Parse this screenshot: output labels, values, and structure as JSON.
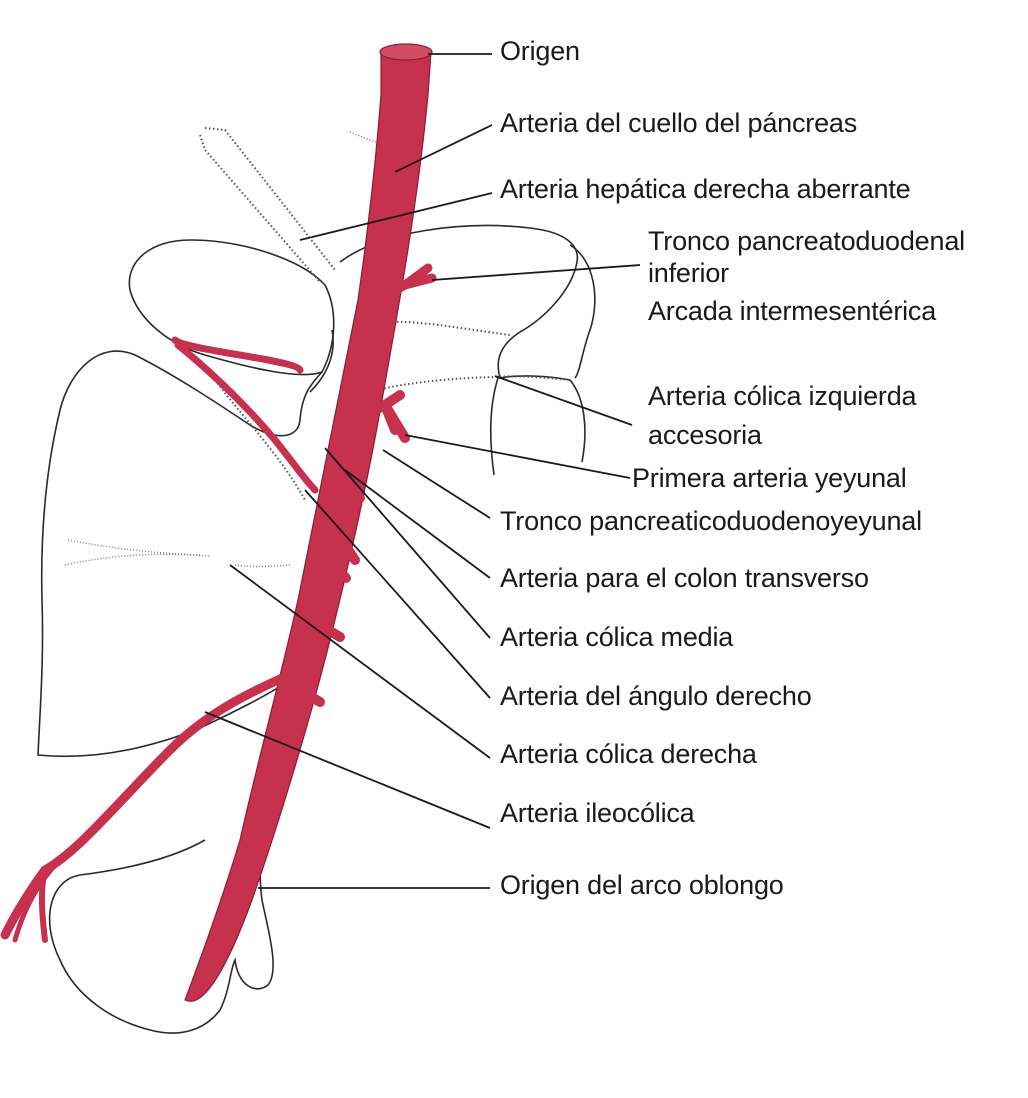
{
  "labels": {
    "origen": "Origen",
    "cuello_pancreas": "Arteria del cuello del páncreas",
    "hepatica_aberrante": "Arteria hepática derecha aberrante",
    "tronco_pd_inferior_1": "Tronco pancreatoduodenal",
    "tronco_pd_inferior_2": "inferior",
    "arcada": "Arcada intermesentérica",
    "colica_izq_acc_1": "Arteria cólica izquierda",
    "colica_izq_acc_2": "accesoria",
    "primera_yeyunal": "Primera arteria yeyunal",
    "tronco_pdy": "Tronco pancreaticoduodenoyeyunal",
    "colon_transverso": "Arteria para el colon transverso",
    "colica_media": "Arteria cólica media",
    "angulo_derecho": "Arteria del ángulo derecho",
    "colica_derecha": "Arteria cólica derecha",
    "ileocolica": "Arteria ileocólica",
    "arco_oblongo": "Origen del arco oblongo"
  },
  "colors": {
    "artery": "#c6314d",
    "outline": "#2a2a2a"
  }
}
